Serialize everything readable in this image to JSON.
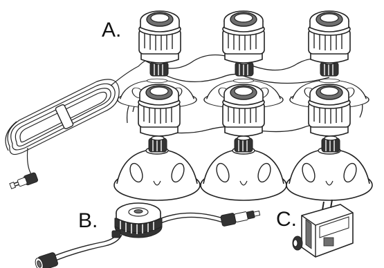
{
  "labels": {
    "a": "A.",
    "b": "B.",
    "c": "C."
  },
  "colors": {
    "line": "#222222",
    "fill": "#ffffff",
    "shade": "#6f6f6f",
    "dark": "#333333"
  },
  "parts": {
    "a": "light-fixtures-with-cable",
    "b": "cable-junction-hub",
    "c": "power-adapter"
  }
}
